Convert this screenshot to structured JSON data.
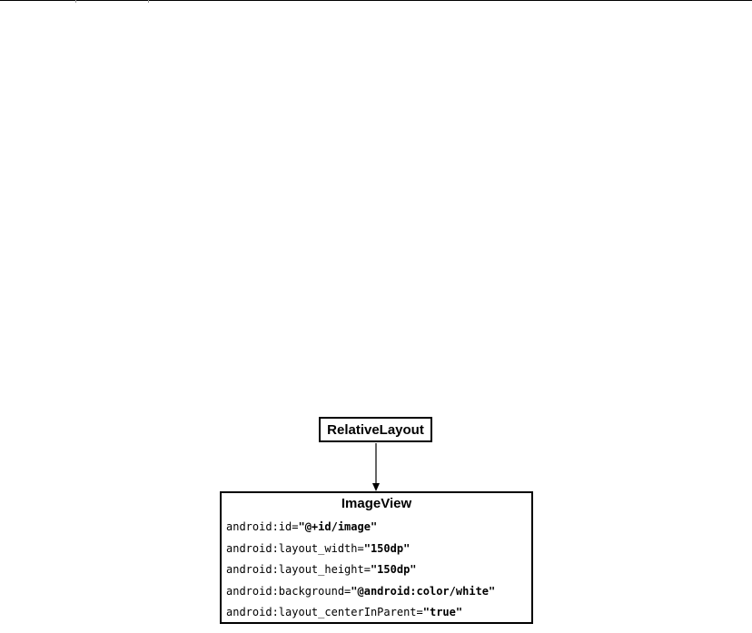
{
  "diagram": {
    "parent": {
      "label": "RelativeLayout"
    },
    "child": {
      "title": "ImageView",
      "attributes": [
        {
          "name": "android:id=",
          "value": "\"@+id/image\""
        },
        {
          "name": "android:layout_width=",
          "value": "\"150dp\""
        },
        {
          "name": "android:layout_height=",
          "value": "\"150dp\""
        },
        {
          "name": "android:background=",
          "value": "\"@android:color/white\""
        },
        {
          "name": "android:layout_centerInParent=",
          "value": "\"true\""
        }
      ]
    }
  },
  "colors": {
    "stroke": "#000000",
    "background": "#ffffff"
  }
}
